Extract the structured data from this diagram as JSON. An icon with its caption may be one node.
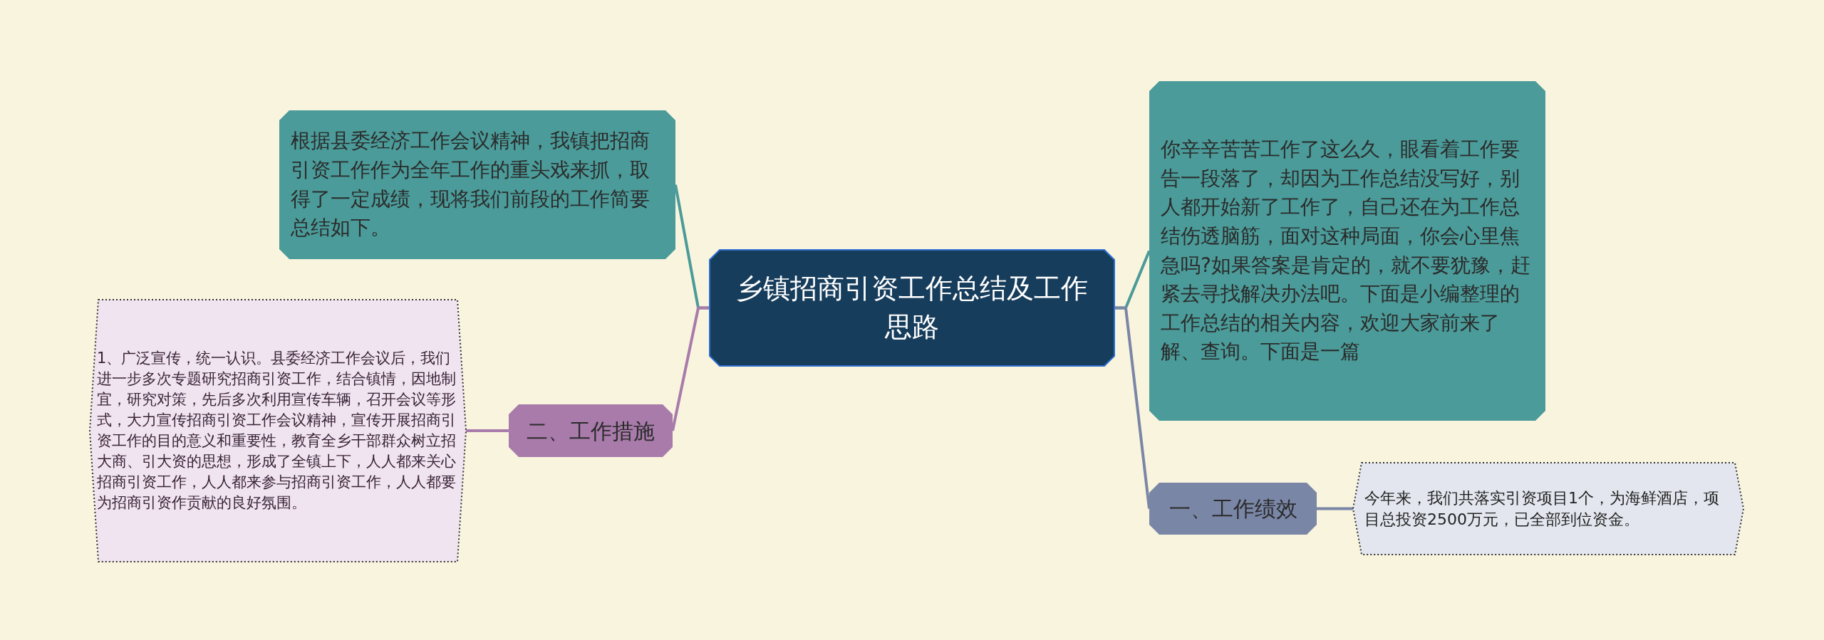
{
  "diagram": {
    "nodes": [
      {
        "text": [
          "乡镇招商引资工作总结及工作思路"
        ]
      },
      {
        "text": [
          "根据县委经济工作会议精神，我镇把招商引资工作作为全年工作的重头戏来抓，取得了一定成绩，现将我们前段的工作简要总结如下。"
        ]
      },
      {
        "text": [
          "二、工作措施"
        ]
      },
      {
        "text": [
          "1、广泛宣传，统一认识。县委经济工作会议后，我们进一步多次专题研究招商引资工作，结合镇情，因地制宜，研究对策，先后多次利用宣传车辆，召开会议等形式，大力宣传招商引资工作会议精神，宣传开展招商引资工作的目的意义和重要性，教育全乡干部群众树立招大商、引大资的思想，形成了全镇上下，人人都来关心招商引资工作，人人都来参与招商引资工作，人人都要为招商引资作贡献的良好氛围。"
        ]
      },
      {
        "text": [
          "你辛辛苦苦工作了这么久，眼看着工作要告一段落了，却因为工作总结没写好，别人都开始新了工作了，自己还在为工作总结伤透脑筋，面对这种局面，你会心里焦急吗?如果答案是肯定的，就不要犹豫，赶紧去寻找解决办法吧。下面是小编整理的工作总结的相关内容，欢迎大家前来了解、查询。下面是一篇"
        ]
      },
      {
        "text": [
          "一、工作绩效"
        ]
      },
      {
        "text": [
          "今年来，我们共落实引资项目1个，为海鲜酒店，项目总投资2500万元，已全部到位资金。"
        ]
      }
    ],
    "edges": [
      {
        "from": 0,
        "to": 1,
        "arrow": "none",
        "color": "#4a9b99"
      },
      {
        "from": 0,
        "to": 2,
        "arrow": "none",
        "color": "#a87bab"
      },
      {
        "from": 2,
        "to": 3,
        "arrow": "none",
        "color": "#a87bab"
      },
      {
        "from": 0,
        "to": 4,
        "arrow": "none",
        "color": "#4a9b99"
      },
      {
        "from": 0,
        "to": 5,
        "arrow": "none",
        "color": "#7a86a6"
      },
      {
        "from": 5,
        "to": 6,
        "arrow": "none",
        "color": "#7a86a6"
      }
    ]
  }
}
